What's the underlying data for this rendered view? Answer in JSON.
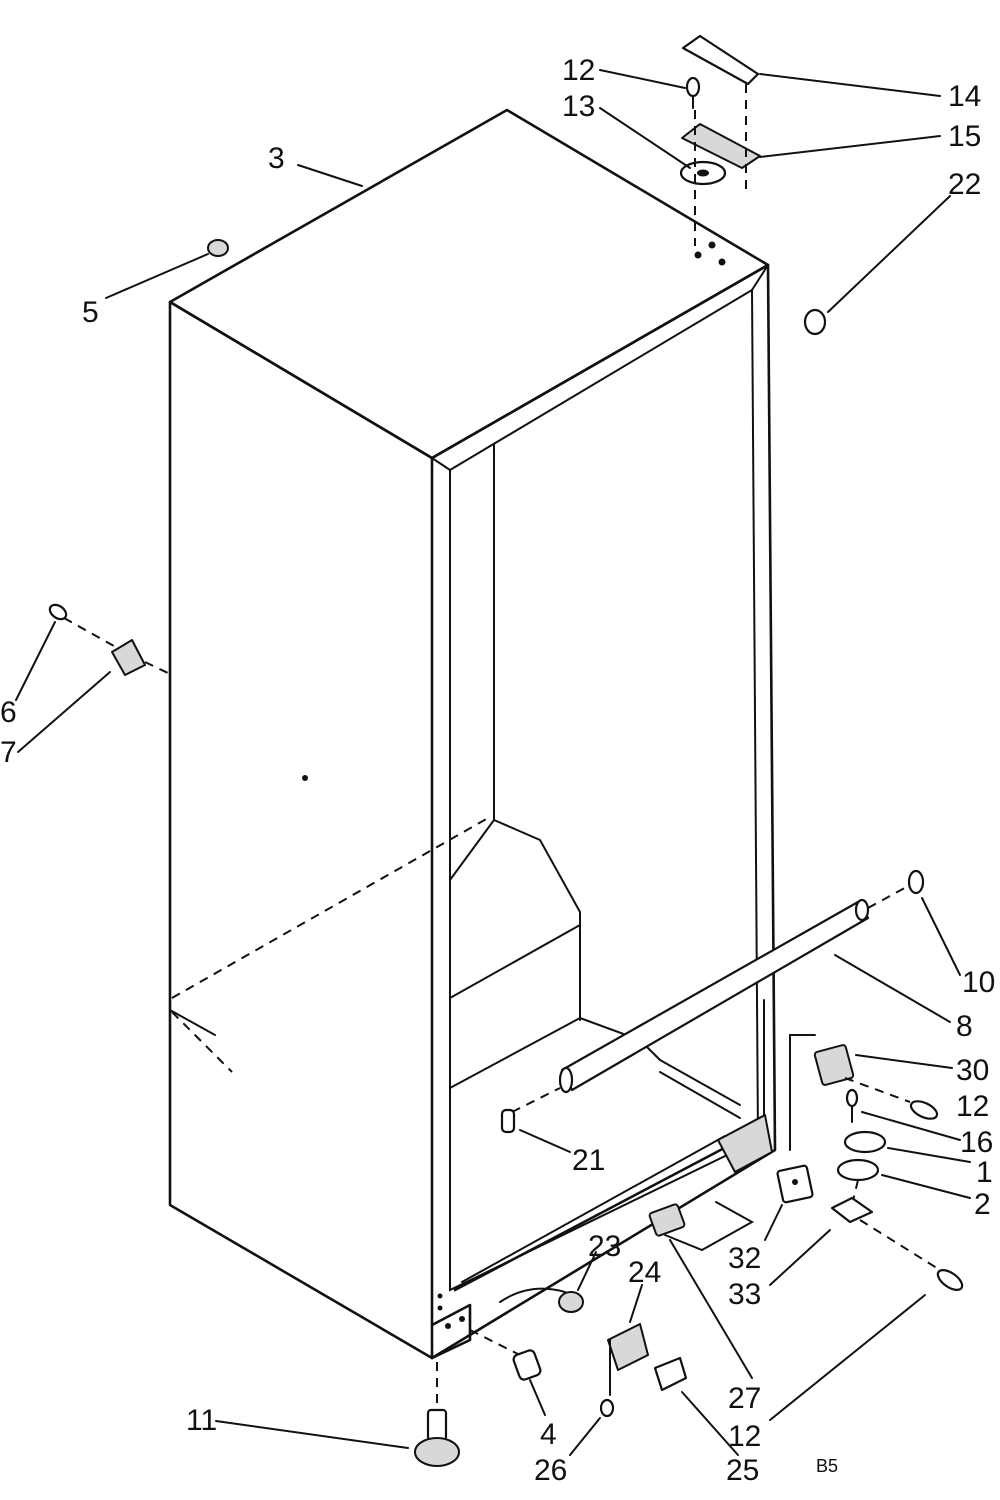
{
  "diagram": {
    "callouts": {
      "c3": "3",
      "c5": "5",
      "c6": "6",
      "c7": "7",
      "c12a": "12",
      "c13": "13",
      "c14": "14",
      "c15": "15",
      "c22": "22",
      "c10": "10",
      "c8": "8",
      "c30": "30",
      "c12b": "12",
      "c16": "16",
      "c1": "1",
      "c2": "2",
      "c21": "21",
      "c32": "32",
      "c33": "33",
      "c23": "23",
      "c24": "24",
      "c27": "27",
      "c12c": "12",
      "c11": "11",
      "c4": "4",
      "c26": "26",
      "c25": "25"
    },
    "code": "B5"
  }
}
